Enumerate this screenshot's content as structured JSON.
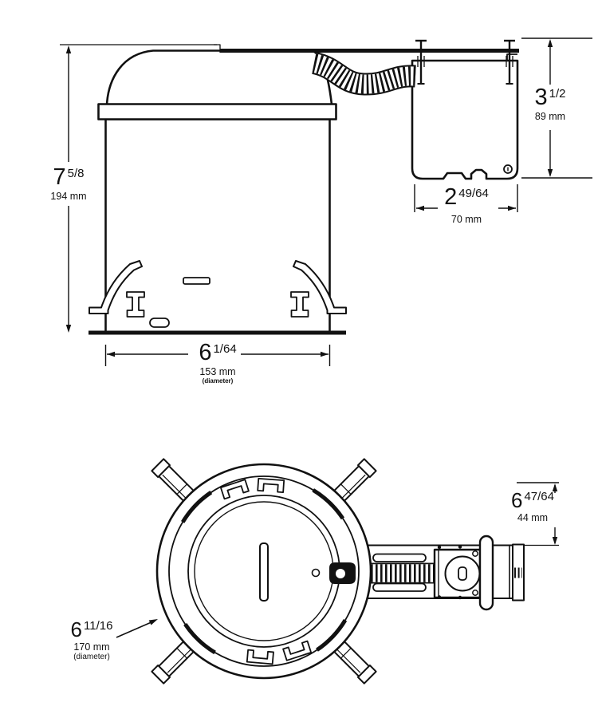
{
  "drawing": {
    "background": "#ffffff",
    "line_color": "#111111",
    "views": {
      "side_view_name": "side-elevation-recessed-housing",
      "plan_view_name": "bottom-plan-recessed-housing"
    }
  },
  "side_view": {
    "dim_overall_height": {
      "inches": "7",
      "fraction": "5/8",
      "metric": "194 mm"
    },
    "dim_housing_diameter": {
      "inches": "6",
      "fraction": "1/64",
      "metric": "153 mm",
      "note": "(diameter)"
    },
    "dim_jbox_height": {
      "inches": "3",
      "fraction": "1/2",
      "metric": "89 mm"
    },
    "dim_jbox_width": {
      "inches": "2",
      "fraction": "49/64",
      "metric": "70 mm"
    }
  },
  "plan_view": {
    "dim_bar_offset": {
      "inches": "6",
      "fraction": "47/64",
      "metric": "44 mm"
    },
    "dim_trim_diameter": {
      "inches": "6",
      "fraction": "11/16",
      "metric": "170 mm",
      "note": "(diameter)"
    }
  }
}
